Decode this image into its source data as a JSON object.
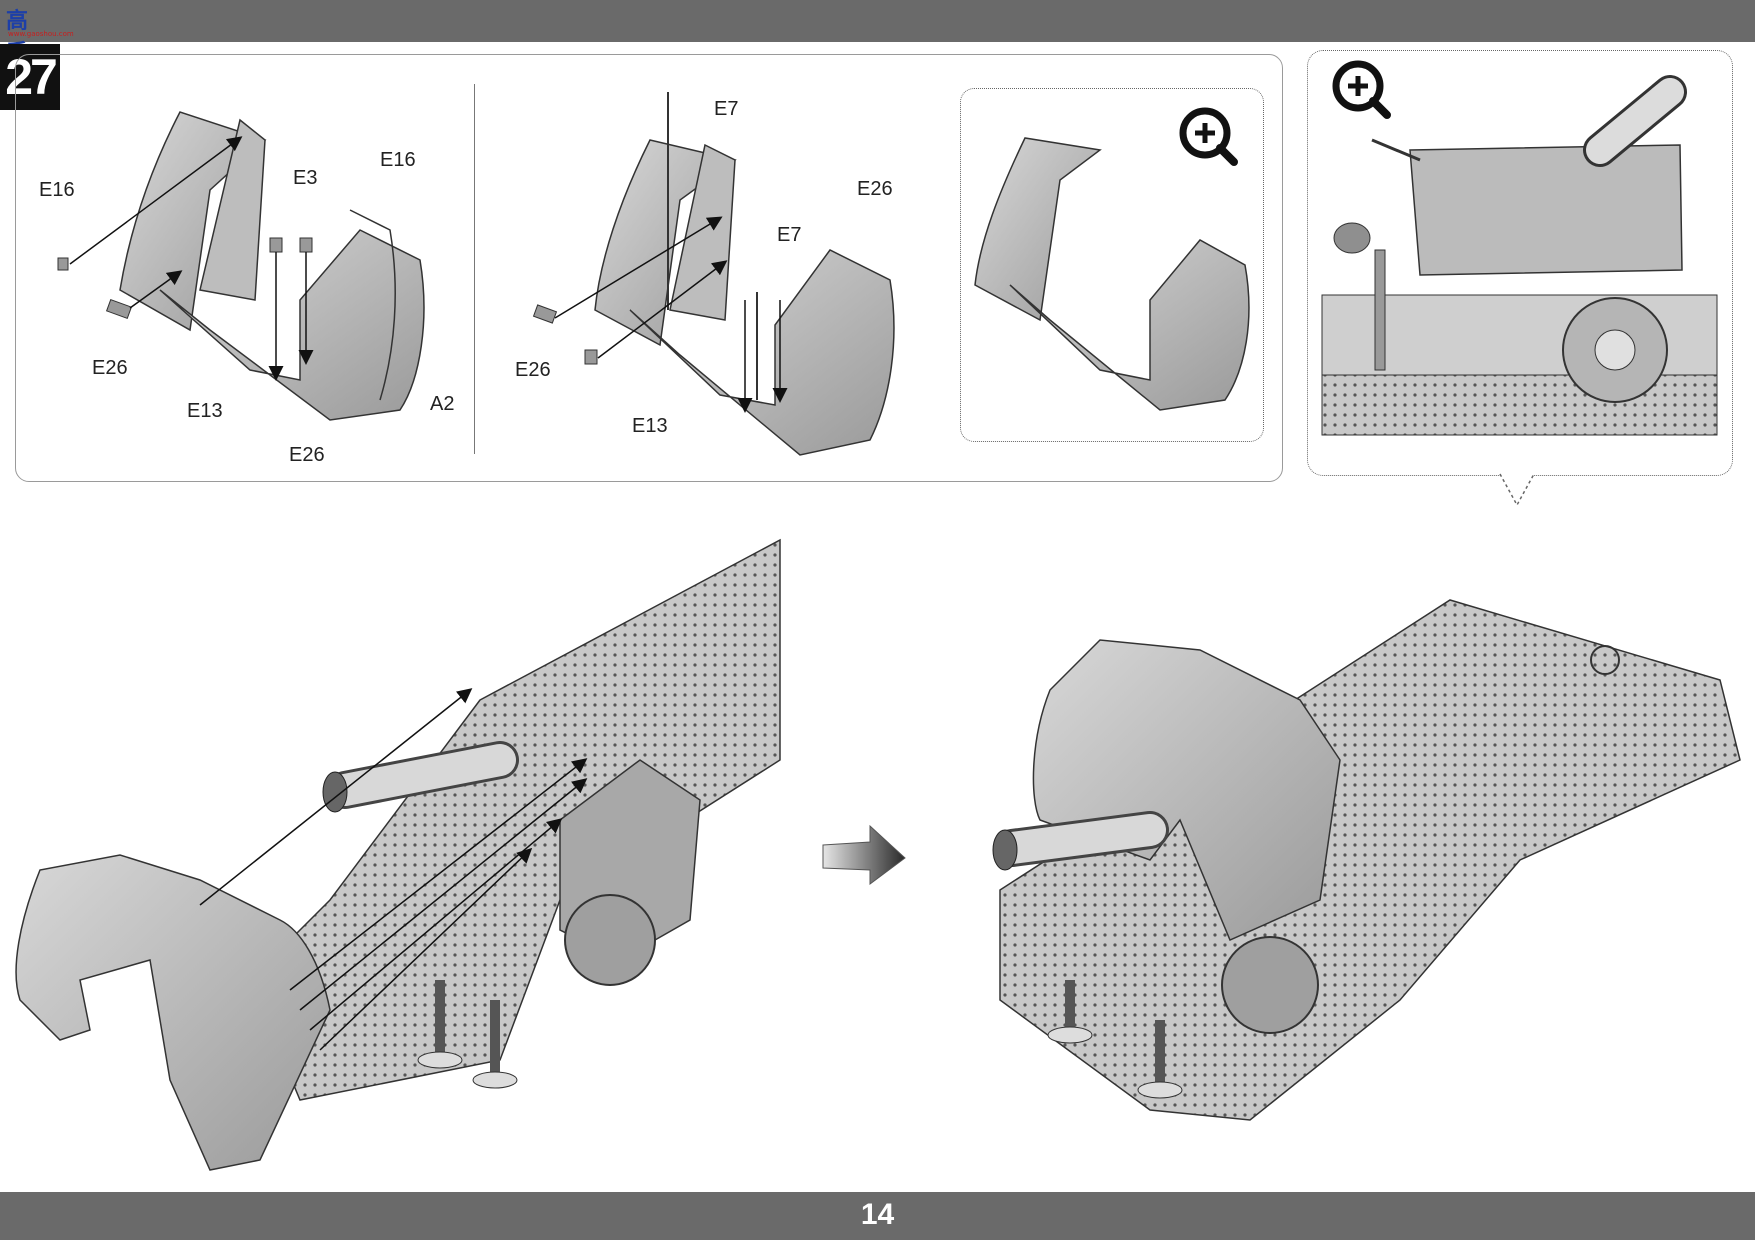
{
  "header": {
    "logo_text": "高手网",
    "logo_url": "www.gaoshou.com"
  },
  "step": {
    "number": "27"
  },
  "callouts": {
    "left": {
      "e16_a": "E16",
      "e3": "E3",
      "e16_b": "E16",
      "e26_a": "E26",
      "e13": "E13",
      "a2": "A2",
      "e26_b": "E26"
    },
    "middle": {
      "e7_a": "E7",
      "e26_a": "E26",
      "e7_b": "E7",
      "e26_b": "E26",
      "e13": "E13"
    }
  },
  "icons": {
    "zoom_detail": "zoom-plus-icon",
    "zoom_reference": "zoom-plus-icon",
    "next_arrow": "arrow-right-icon"
  },
  "footer": {
    "page_number": "14"
  }
}
